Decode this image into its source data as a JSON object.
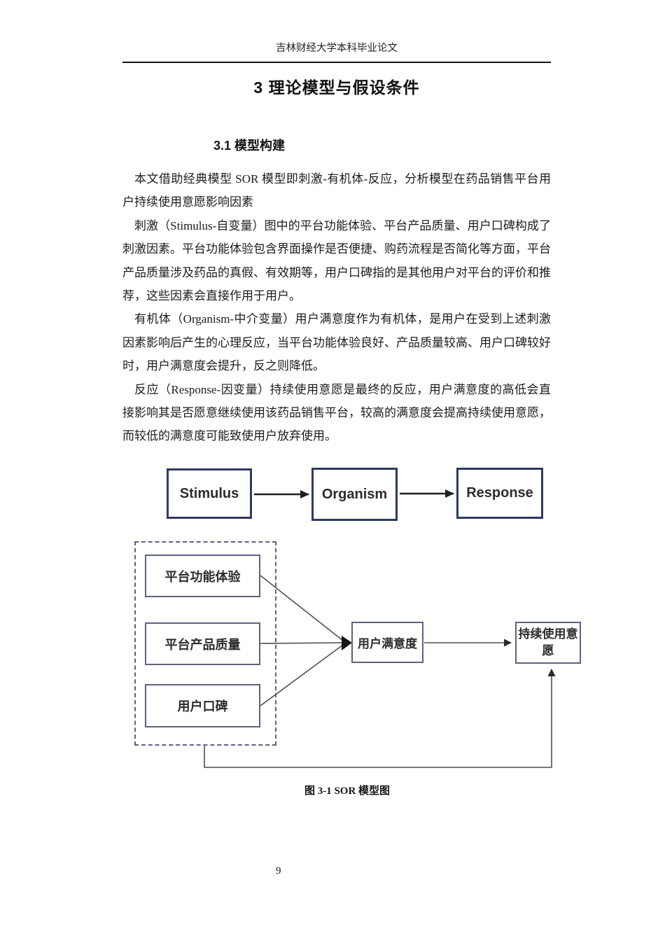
{
  "header": {
    "text": "吉林财经大学本科毕业论文"
  },
  "title": {
    "text": "3 理论模型与假设条件"
  },
  "section": {
    "heading": "3.1 模型构建"
  },
  "body": {
    "paragraphs": [
      {
        "text": "本文借助经典模型 SOR 模型即刺激-有机体-反应，分析模型在药品销售平台用户持续使用意愿影响因素"
      },
      {
        "text": "刺激（Stimulus-自变量）图中的平台功能体验、平台产品质量、用户口碑构成了刺激因素。平台功能体验包含界面操作是否便捷、购药流程是否简化等方面，平台产品质量涉及药品的真假、有效期等，用户口碑指的是其他用户对平台的评价和推荐，这些因素会直接作用于用户。"
      },
      {
        "text": "有机体（Organism-中介变量）用户满意度作为有机体，是用户在受到上述刺激因素影响后产生的心理反应，当平台功能体验良好、产品质量较高、用户口碑较好时，用户满意度会提升，反之则降低。"
      },
      {
        "text": "反应（Response-因变量）持续使用意愿是最终的反应，用户满意度的高低会直接影响其是否愿意继续使用该药品销售平台，较高的满意度会提高持续使用意愿，而较低的满意度可能致使用户放弃使用。"
      }
    ]
  },
  "figure": {
    "caption": "图 3-1 SOR 模型图",
    "sor_boxes": [
      "Stimulus",
      "Organism",
      "Response"
    ],
    "factors": [
      "平台功能体验",
      "平台产品质量",
      "用户口碑"
    ],
    "mediator": "用户满意度",
    "outcome": "持续使用意愿",
    "colors": {
      "sor_box_border": "#2e3a5f",
      "factor_box_border": "#5d6280",
      "connector_line": "#4f4f4f",
      "arrow": "#202020"
    }
  },
  "footer": {
    "page_number": "9"
  }
}
